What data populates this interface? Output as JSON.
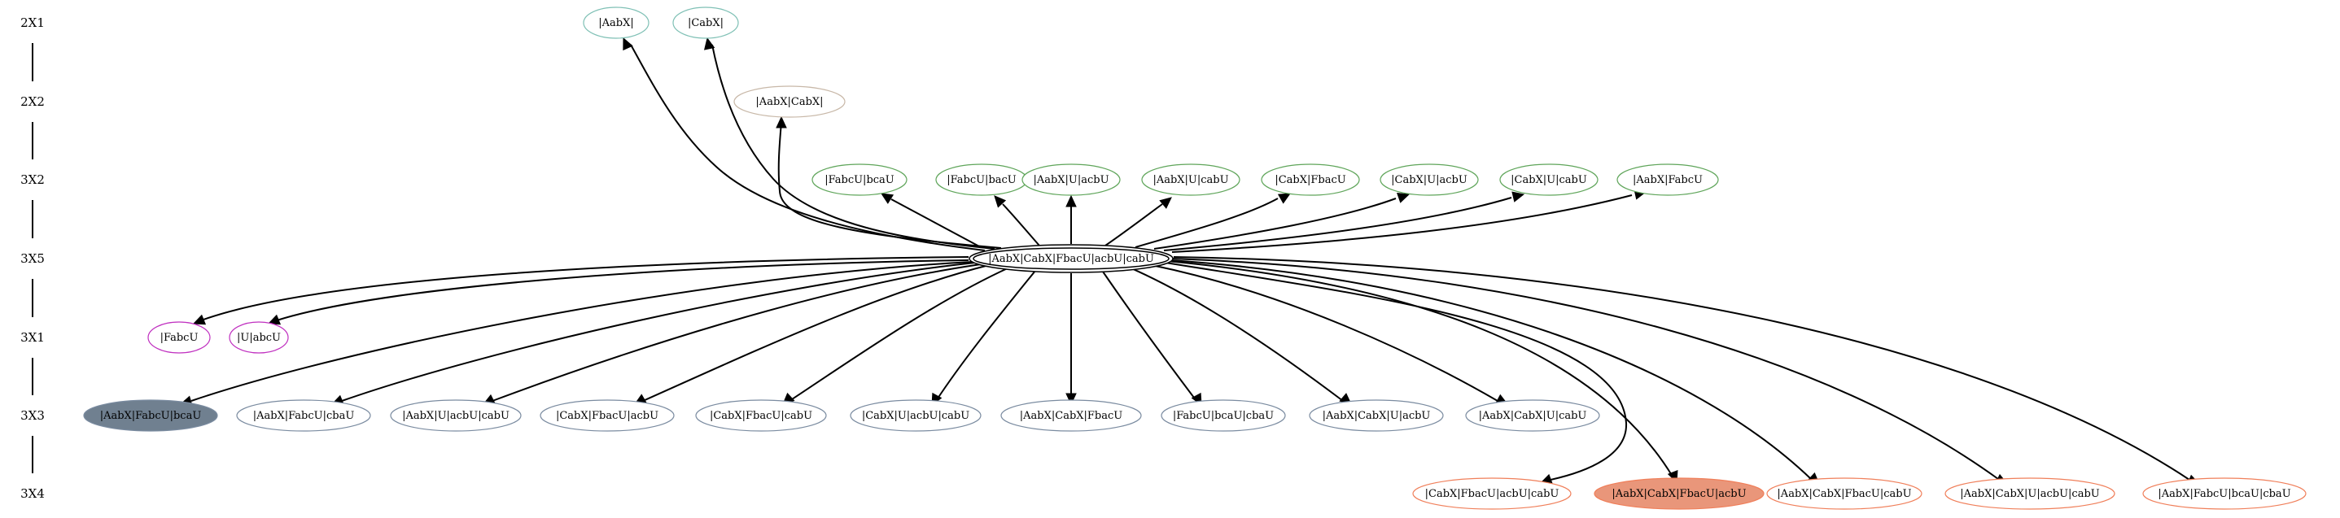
{
  "colors": {
    "green": "#5fa55a",
    "teal": "#7fc0b5",
    "tan": "#c8b8a8",
    "purple": "#c030c0",
    "slate": "#7a8ba0",
    "slate_fill": "#708090",
    "salmon": "#f07f5a",
    "salmon_fill": "#e9967a"
  },
  "levels": [
    "2X1",
    "2X2",
    "3X2",
    "3X5",
    "3X1",
    "3X3",
    "3X4"
  ],
  "center": {
    "id": "c",
    "label": "|AabX|CabX|FbacU|acbU|cabU"
  },
  "nodes": [
    {
      "id": "n21a",
      "label": "|AabX|",
      "color": "teal",
      "filled": false
    },
    {
      "id": "n21b",
      "label": "|CabX|",
      "color": "teal",
      "filled": false
    },
    {
      "id": "n22a",
      "label": "|AabX|CabX|",
      "color": "tan",
      "filled": false
    },
    {
      "id": "n32a",
      "label": "|FabcU|bcaU",
      "color": "green",
      "filled": false
    },
    {
      "id": "n32b",
      "label": "|FabcU|bacU",
      "color": "green",
      "filled": false
    },
    {
      "id": "n32c",
      "label": "|AabX|U|acbU",
      "color": "green",
      "filled": false
    },
    {
      "id": "n32d",
      "label": "|AabX|U|cabU",
      "color": "green",
      "filled": false
    },
    {
      "id": "n32e",
      "label": "|CabX|FbacU",
      "color": "green",
      "filled": false
    },
    {
      "id": "n32f",
      "label": "|CabX|U|acbU",
      "color": "green",
      "filled": false
    },
    {
      "id": "n32g",
      "label": "|CabX|U|cabU",
      "color": "green",
      "filled": false
    },
    {
      "id": "n32h",
      "label": "|AabX|FabcU",
      "color": "green",
      "filled": false
    },
    {
      "id": "n31a",
      "label": "|FabcU",
      "color": "purple",
      "filled": false
    },
    {
      "id": "n31b",
      "label": "|U|abcU",
      "color": "purple",
      "filled": false
    },
    {
      "id": "n33a",
      "label": "|AabX|FabcU|bcaU",
      "color": "slate",
      "filled": true
    },
    {
      "id": "n33b",
      "label": "|AabX|FabcU|cbaU",
      "color": "slate",
      "filled": false
    },
    {
      "id": "n33c",
      "label": "|AabX|U|acbU|cabU",
      "color": "slate",
      "filled": false
    },
    {
      "id": "n33d",
      "label": "|CabX|FbacU|acbU",
      "color": "slate",
      "filled": false
    },
    {
      "id": "n33e",
      "label": "|CabX|FbacU|cabU",
      "color": "slate",
      "filled": false
    },
    {
      "id": "n33f",
      "label": "|CabX|U|acbU|cabU",
      "color": "slate",
      "filled": false
    },
    {
      "id": "n33g",
      "label": "|AabX|CabX|FbacU",
      "color": "slate",
      "filled": false
    },
    {
      "id": "n33h",
      "label": "|FabcU|bcaU|cbaU",
      "color": "slate",
      "filled": false
    },
    {
      "id": "n33i",
      "label": "|AabX|CabX|U|acbU",
      "color": "slate",
      "filled": false
    },
    {
      "id": "n33j",
      "label": "|AabX|CabX|U|cabU",
      "color": "slate",
      "filled": false
    },
    {
      "id": "n34a",
      "label": "|CabX|FbacU|acbU|cabU",
      "color": "salmon",
      "filled": false
    },
    {
      "id": "n34b",
      "label": "|AabX|CabX|FbacU|acbU",
      "color": "salmon",
      "filled": true
    },
    {
      "id": "n34c",
      "label": "|AabX|CabX|FbacU|cabU",
      "color": "salmon",
      "filled": false
    },
    {
      "id": "n34d",
      "label": "|AabX|CabX|U|acbU|cabU",
      "color": "salmon",
      "filled": false
    },
    {
      "id": "n34e",
      "label": "|AabX|FabcU|bcaU|cbaU",
      "color": "salmon",
      "filled": false
    }
  ]
}
